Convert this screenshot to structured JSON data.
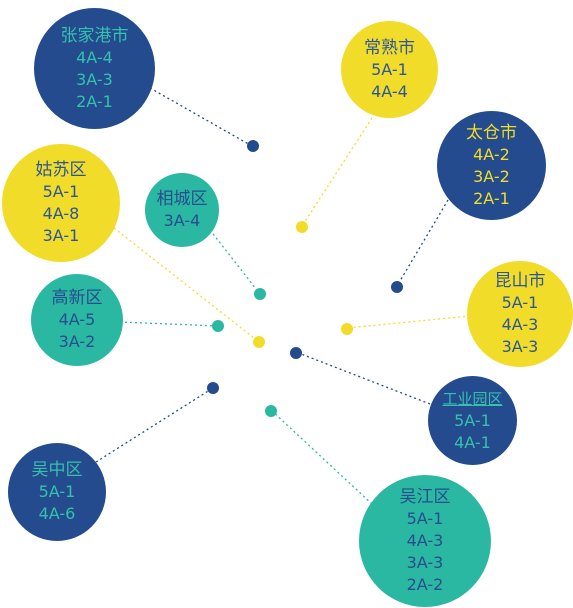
{
  "colors": {
    "navy": "#234b8e",
    "yellow": "#f2dc2a",
    "teal": "#2bb8a3"
  },
  "nodes": [
    {
      "id": "zhangjiagang",
      "name": "张家港市",
      "items": [
        "4A-4",
        "3A-3",
        "2A-1"
      ],
      "color": "navy"
    },
    {
      "id": "changshu",
      "name": "常熟市",
      "items": [
        "5A-1",
        "4A-4"
      ],
      "color": "yellow"
    },
    {
      "id": "taicang",
      "name": "太仓市",
      "items": [
        "4A-2",
        "3A-2",
        "2A-1"
      ],
      "color": "navy"
    },
    {
      "id": "gusu",
      "name": "姑苏区",
      "items": [
        "5A-1",
        "4A-8",
        "3A-1"
      ],
      "color": "yellow"
    },
    {
      "id": "xiangcheng",
      "name": "相城区",
      "items": [
        "3A-4"
      ],
      "color": "teal"
    },
    {
      "id": "kunshan",
      "name": "昆山市",
      "items": [
        "5A-1",
        "4A-3",
        "3A-3"
      ],
      "color": "yellow"
    },
    {
      "id": "gaoxin",
      "name": "高新区",
      "items": [
        "4A-5",
        "3A-2"
      ],
      "color": "teal"
    },
    {
      "id": "gongyeyuan",
      "name": "工业园区",
      "items": [
        "5A-1",
        "4A-1"
      ],
      "color": "navy"
    },
    {
      "id": "wuzhong",
      "name": "吴中区",
      "items": [
        "5A-1",
        "4A-6"
      ],
      "color": "navy"
    },
    {
      "id": "wujiang",
      "name": "吴江区",
      "items": [
        "5A-1",
        "4A-3",
        "3A-3",
        "2A-2"
      ],
      "color": "teal"
    }
  ]
}
